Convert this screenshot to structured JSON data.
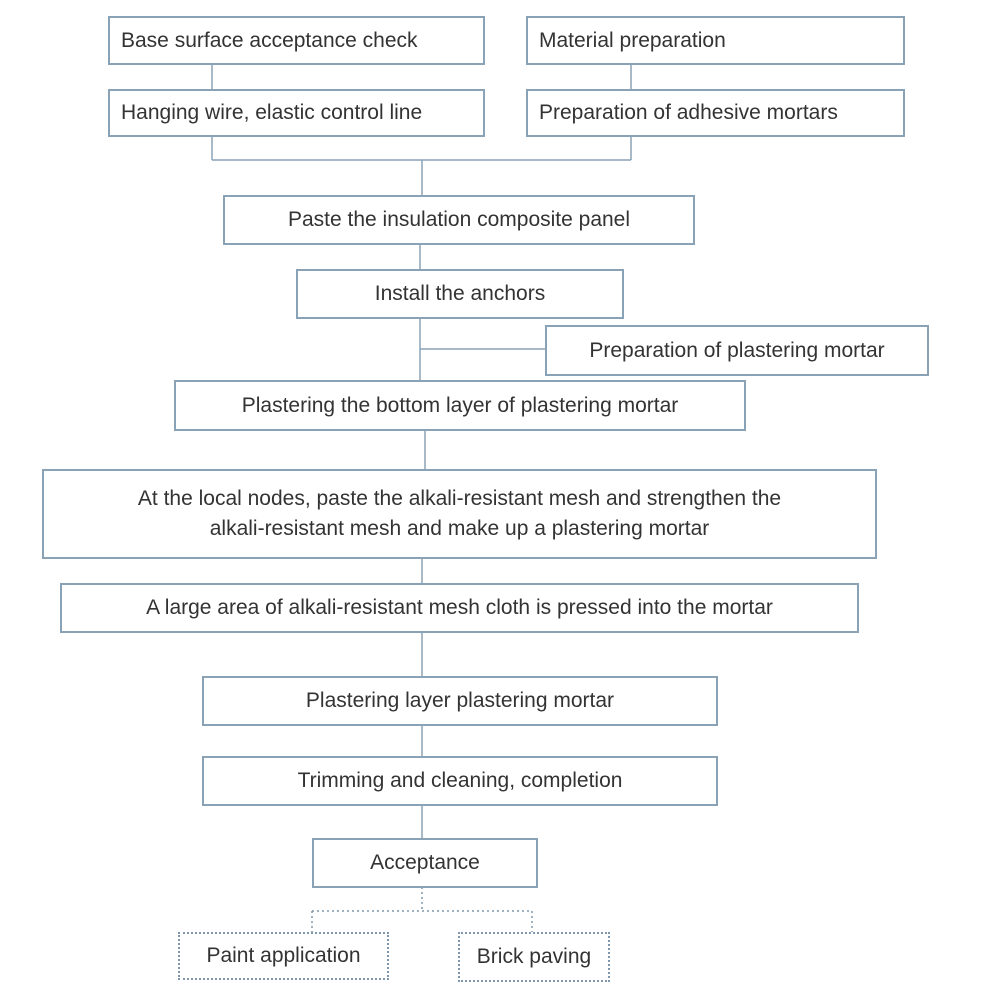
{
  "diagram": {
    "line_color": "#8aa2b6",
    "nodes": {
      "base_check": "Base surface acceptance check",
      "material_prep": "Material preparation",
      "hanging_wire": "Hanging wire, elastic control line",
      "adhesive_prep": "Preparation of adhesive mortars",
      "paste_panel": "Paste the insulation composite panel",
      "install_anchors": "Install the anchors",
      "plaster_prep": "Preparation of plastering mortar",
      "bottom_layer": "Plastering the bottom layer of plastering mortar",
      "local_nodes": {
        "line1": "At the local nodes, paste the alkali-resistant mesh and strengthen the",
        "line2": "alkali-resistant mesh and make up a plastering mortar"
      },
      "mesh_press": "A large area of alkali-resistant mesh cloth is pressed into the mortar",
      "plaster_layer": "Plastering layer plastering mortar",
      "trimming": "Trimming and cleaning, completion",
      "acceptance": "Acceptance",
      "paint": "Paint application",
      "brick": "Brick paving"
    }
  }
}
